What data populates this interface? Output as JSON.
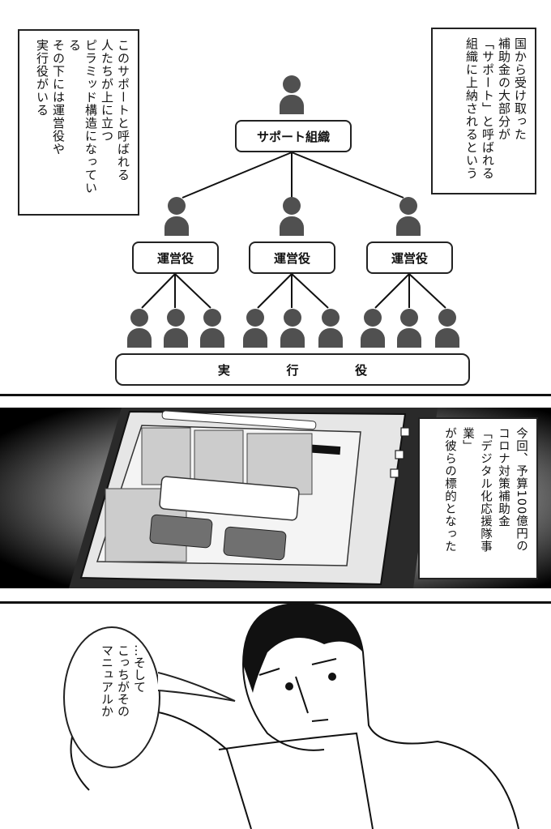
{
  "panel1": {
    "caption_left": {
      "lines": [
        "このサポートと呼ばれる",
        "人たちが上に立つ",
        "ピラミッド構造になっている",
        "その下には運営役や",
        "実行役がいる"
      ]
    },
    "caption_right": {
      "lines": [
        "国から受け取った",
        "補助金の大部分が",
        "「サポート」と呼ばれる",
        "組織に上納されるという"
      ]
    },
    "org_chart": {
      "top_label": "サポート組織",
      "middle_labels": [
        "運営役",
        "運営役",
        "運営役"
      ],
      "bottom_label_chars": [
        "実",
        "行",
        "役"
      ],
      "people_per_manager": 3
    }
  },
  "panel2": {
    "caption": {
      "lines": [
        "今回、予算100億円の",
        "コロナ対策補助金",
        "「デジタル化応援隊事業」",
        "が彼らの標的となった"
      ]
    },
    "scene": "laptop-screen-with-manga-page"
  },
  "panel3": {
    "speech_bubble": {
      "lines": [
        "…そして",
        "こっちがその",
        "マニュアルか"
      ]
    },
    "scene": "man-reading-document"
  },
  "colors": {
    "ink": "#111111",
    "figure_gray": "#505050",
    "paper": "#ffffff"
  }
}
